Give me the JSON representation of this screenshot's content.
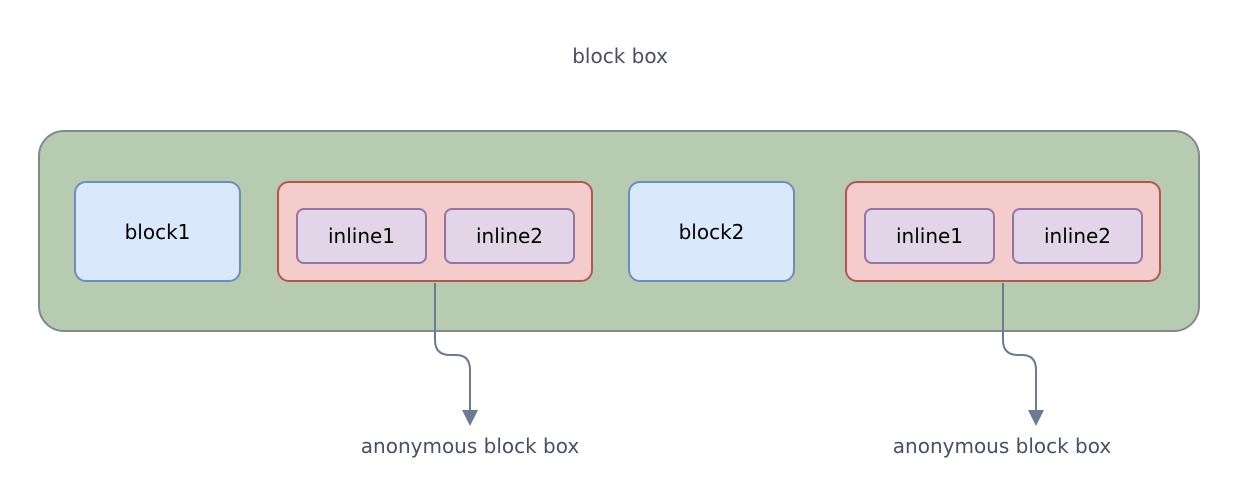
{
  "diagram": {
    "title": "block box",
    "blocks": [
      "block1",
      "block2"
    ],
    "anonymous_groups": [
      {
        "inlines": [
          "inline1",
          "inline2"
        ],
        "label": "anonymous block box"
      },
      {
        "inlines": [
          "inline1",
          "inline2"
        ],
        "label": "anonymous block box"
      }
    ]
  },
  "colors": {
    "outer_fill": "#b7cbb0",
    "block_fill": "#dae8fc",
    "anonymous_fill": "#f4cccc",
    "inline_fill": "#e1d5e7",
    "arrow": "#6b7b93"
  }
}
